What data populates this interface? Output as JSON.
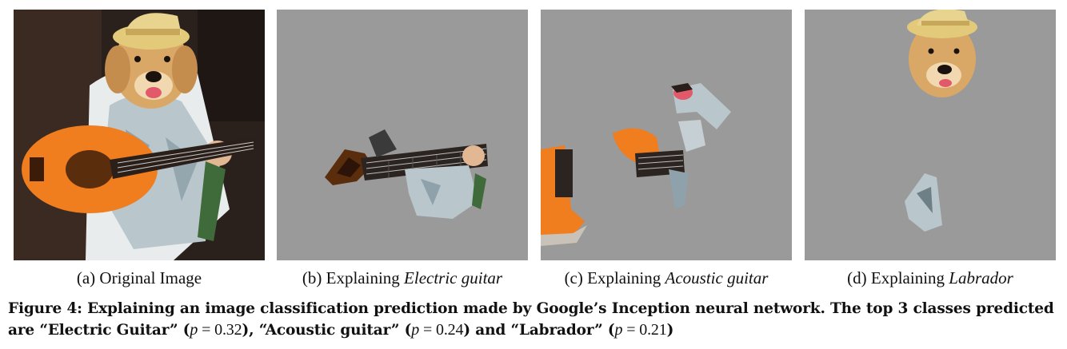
{
  "figure": {
    "panels": [
      {
        "label": "(a) Original Image",
        "prefix": "(a) Original Image",
        "italic": "",
        "image": "photo of a golden retriever wearing a straw hat and shirt, playing an orange acoustic guitar"
      },
      {
        "label": "(b) Explaining Electric guitar",
        "prefix": "(b) Explaining ",
        "italic": "Electric guitar",
        "image": "gray background with superpixels of the guitar neck and the dog's hand"
      },
      {
        "label": "(c) Explaining Acoustic guitar",
        "prefix": "(c) Explaining ",
        "italic": "Acoustic guitar",
        "image": "gray background with superpixels of the orange guitar body and shirt"
      },
      {
        "label": "(d) Explaining Labrador",
        "prefix": "(d) Explaining ",
        "italic": "Labrador",
        "image": "gray background with superpixels of the dog's face and hat"
      }
    ],
    "caption": {
      "part1": "Figure 4: Explaining an image classification prediction made by Google’s Inception neural network. The top 3 classes predicted are “Electric Guitar” (",
      "p1": "0.32",
      "part2": "), “Acoustic guitar” (",
      "p2": "0.24",
      "part3": ") and “Labrador” (",
      "p3": "0.21",
      "part4": ")"
    },
    "colors": {
      "mask_gray": "#9a9a9a",
      "guitar_orange": "#f07d1e",
      "fur": "#d9a766",
      "shirt": "#b9c6cc",
      "hat": "#e3c97a",
      "background_dark": "#2a1f1a"
    }
  }
}
